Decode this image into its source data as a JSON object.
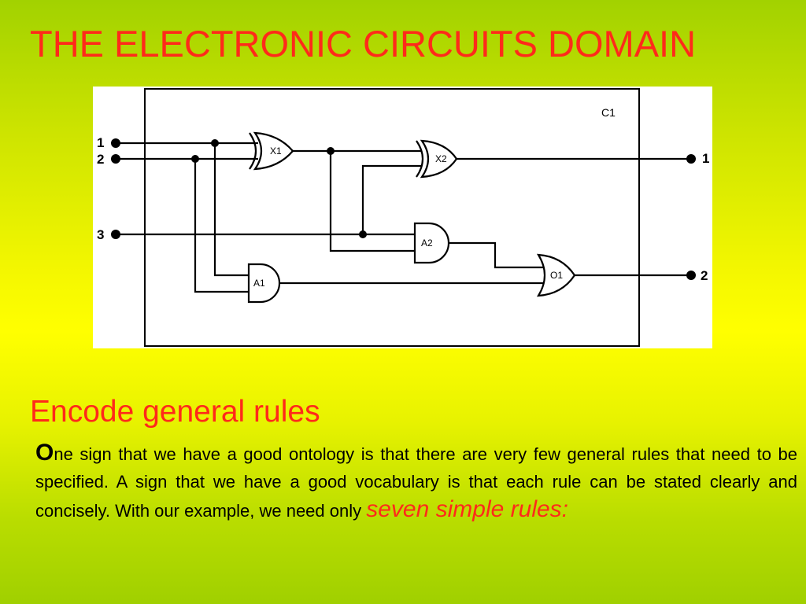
{
  "slide": {
    "title": "THE ELECTRONIC CIRCUITS DOMAIN",
    "section_heading": "Encode general rules",
    "paragraph": {
      "drop_cap": "O",
      "text": "ne sign that we have a good ontology is that there are very few general rules that need to be specified. A sign that we have a good vocabulary is that each rule can be stated clearly and concisely. With our example, we need only ",
      "emphasis": "seven simple rules:"
    }
  },
  "circuit": {
    "name": "C1",
    "inputs": [
      "1",
      "2",
      "3"
    ],
    "outputs": [
      "1",
      "2"
    ],
    "gates": {
      "x1": "X1",
      "x2": "X2",
      "a1": "A1",
      "a2": "A2",
      "o1": "O1"
    }
  },
  "colors": {
    "title_red": "#ff2a1a",
    "body_text": "#000000",
    "diagram_background": "#ffffff",
    "wire": "#000000"
  }
}
